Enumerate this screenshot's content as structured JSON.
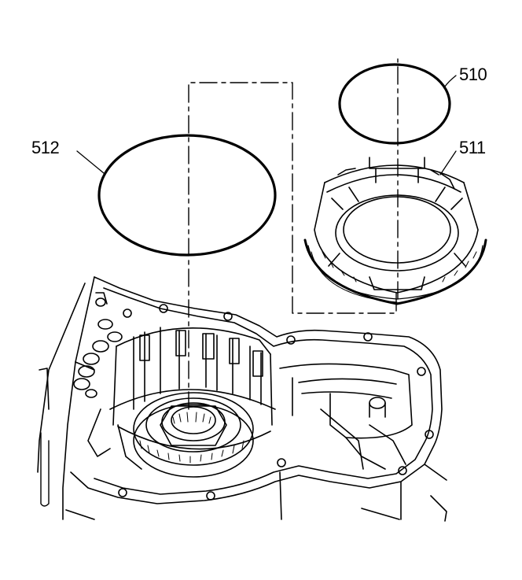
{
  "callouts": {
    "seal_small": "510",
    "piston": "511",
    "seal_large": "512"
  },
  "colors": {
    "line": "#000000",
    "background": "#ffffff"
  }
}
